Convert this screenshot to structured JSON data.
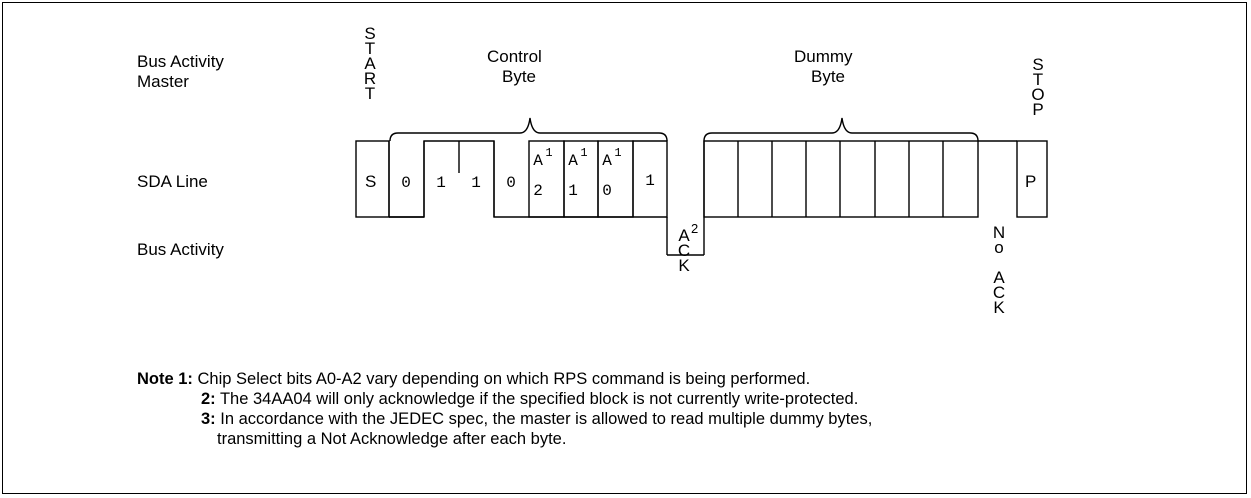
{
  "labels": {
    "bus_activity_master_1": "Bus Activity",
    "bus_activity_master_2": "Master",
    "sda_line": "SDA Line",
    "bus_activity": "Bus Activity",
    "control_byte_1": "Control",
    "control_byte_2": "Byte",
    "dummy_byte_1": "Dummy",
    "dummy_byte_2": "Byte"
  },
  "vertical_labels": {
    "start": [
      "S",
      "T",
      "A",
      "R",
      "T"
    ],
    "stop": [
      "S",
      "T",
      "O",
      "P"
    ],
    "ack": [
      "A",
      "C",
      "K"
    ],
    "ack_sup": "2",
    "no_ack": [
      "N",
      "o",
      "",
      "A",
      "C",
      "K"
    ]
  },
  "bits": {
    "start": "S",
    "stop": "P",
    "control": [
      {
        "main": "0",
        "sub": ""
      },
      {
        "main": "1",
        "sub": ""
      },
      {
        "main": "1",
        "sub": ""
      },
      {
        "main": "0",
        "sub": ""
      },
      {
        "main": "A",
        "sup": "1",
        "sub": "2"
      },
      {
        "main": "A",
        "sup": "1",
        "sub": "1"
      },
      {
        "main": "A",
        "sup": "1",
        "sub": "0"
      },
      {
        "main": "1",
        "sub": ""
      }
    ]
  },
  "notes": [
    {
      "label": "Note 1:",
      "text": " Chip Select bits A0-A2 vary depending on which RPS command is being performed."
    },
    {
      "label": "2:",
      "text": " The 34AA04 will only acknowledge if the specified block is not currently write-protected."
    },
    {
      "label": "3:",
      "text": " In accordance with the JEDEC spec, the master is allowed to read multiple dummy bytes,"
    },
    {
      "label": "",
      "text": "transmitting a Not Acknowledge after each byte."
    }
  ]
}
